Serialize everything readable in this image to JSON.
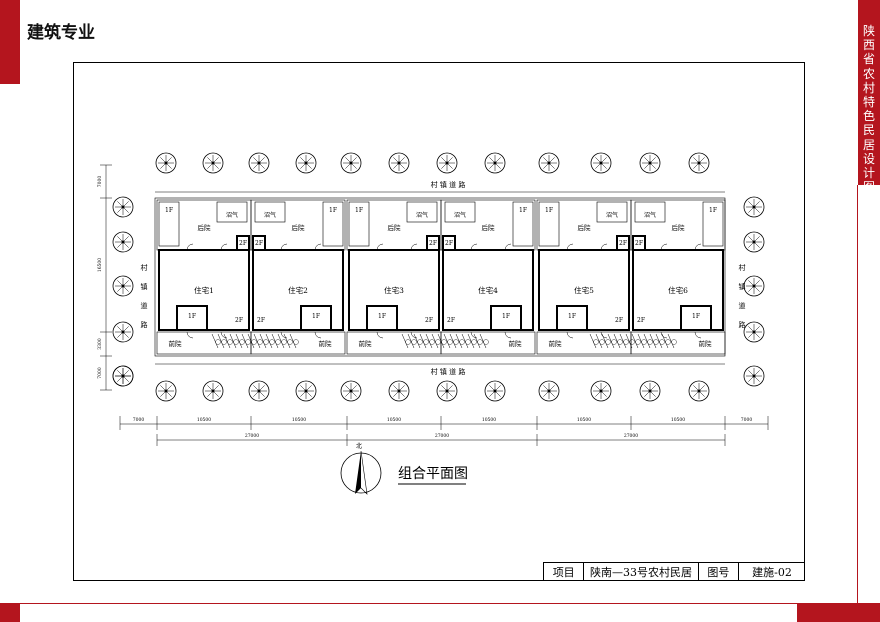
{
  "header": {
    "discipline": "建筑专业"
  },
  "side_title": "陕西省农村特色民居设计图集",
  "plan": {
    "road_top": "村 镇 道 路",
    "road_bottom": "村 镇 道 路",
    "road_left": [
      "村",
      "镇",
      "道",
      "路"
    ],
    "road_right": [
      "村",
      "镇",
      "道",
      "路"
    ],
    "houses": [
      "住宅1",
      "住宅2",
      "住宅3",
      "住宅4",
      "住宅5",
      "住宅6"
    ],
    "backyard": "后院",
    "frontyard": "前院",
    "biogas": "沼气",
    "floor_1f": "1F",
    "floor_2f": "2F",
    "north": "北",
    "caption": "组合平面图"
  },
  "dimensions": {
    "top_row": [
      "7000",
      "10500",
      "10500",
      "10500",
      "10500",
      "10500",
      "10500",
      "7000"
    ],
    "bottom_row": [
      "27000",
      "27000",
      "27000"
    ],
    "left_col": [
      "7000",
      "16500",
      "3300",
      "7000"
    ]
  },
  "title_block": {
    "project_label": "项目",
    "project_value": "陕南—33号农村民居",
    "drawing_no_label": "图号",
    "drawing_no_value": "建施-02"
  }
}
